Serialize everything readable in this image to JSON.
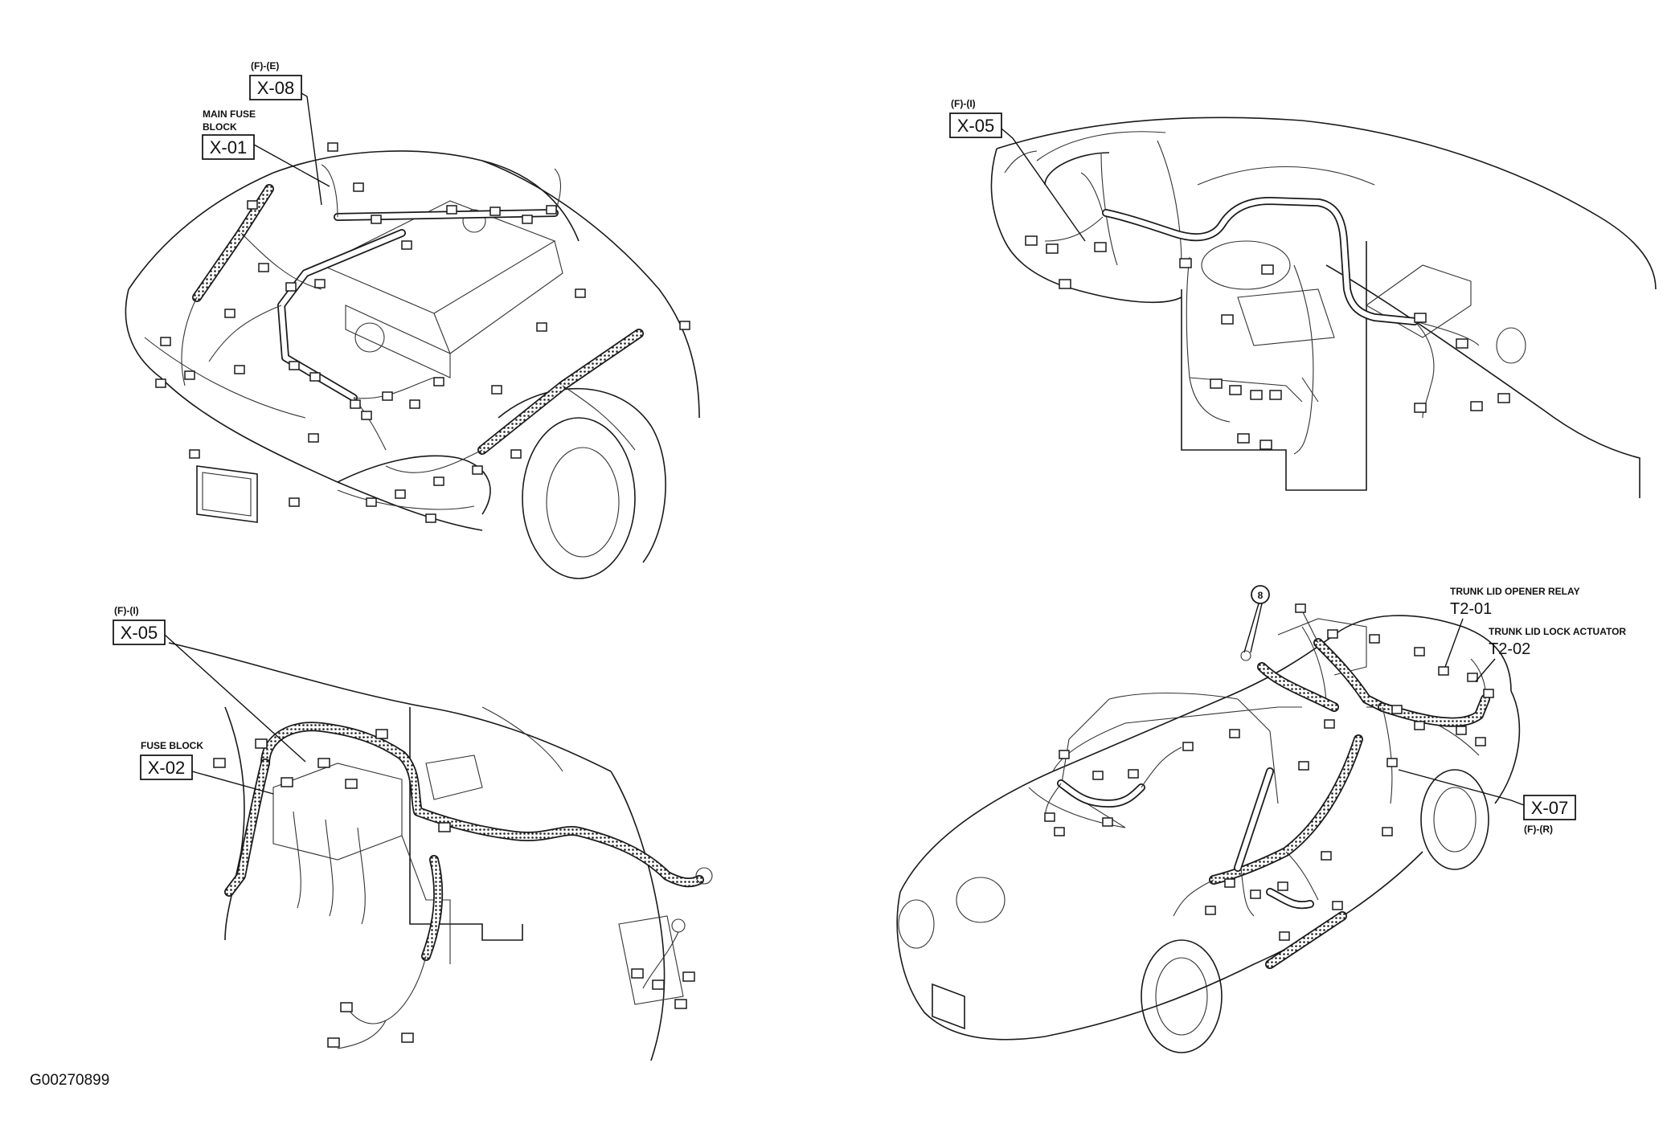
{
  "figure_id": "G00270899",
  "callouts": {
    "x08": {
      "location": "(F)-(E)",
      "code": "X-08"
    },
    "x01": {
      "name_line1": "MAIN FUSE",
      "name_line2": "BLOCK",
      "code": "X-01"
    },
    "x05_dash": {
      "location": "(F)-(I)",
      "code": "X-05"
    },
    "x05_engine": {
      "location": "(F)-(I)",
      "code": "X-05"
    },
    "x02": {
      "name": "FUSE BLOCK",
      "code": "X-02"
    },
    "t201": {
      "name": "TRUNK LID OPENER RELAY",
      "code": "T2-01"
    },
    "t202": {
      "name": "TRUNK LID LOCK ACTUATOR",
      "code": "T2-02"
    },
    "x07": {
      "code": "X-07",
      "location": "(F)-(R)"
    },
    "ground": {
      "number": "8"
    }
  }
}
